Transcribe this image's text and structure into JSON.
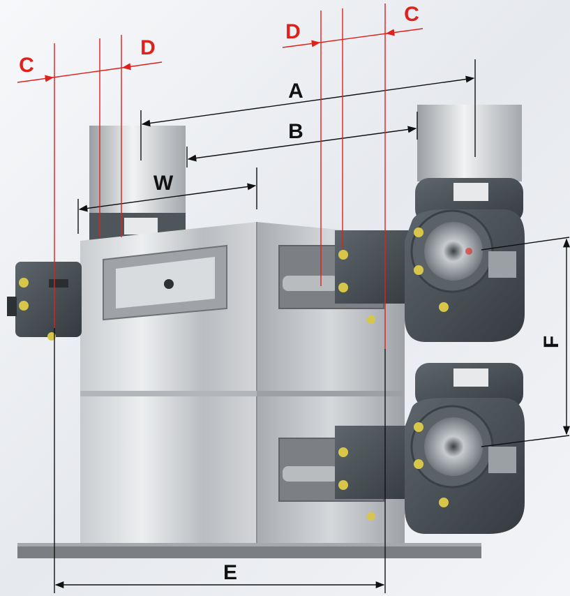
{
  "colors": {
    "background": "#f1f3f6",
    "dimension_line": "#111111",
    "reference_line": "#e0201c",
    "label_red": "#e0201c",
    "label_black": "#111111",
    "steel_light": "#d6d8db",
    "steel_dark": "#8e9296",
    "unit_body": "#4b5358",
    "mount_bolt": "#d8c64a",
    "base_plate": "#7b7f83"
  },
  "dimensions": {
    "A": "A",
    "B": "B",
    "W": "W",
    "E": "E",
    "F": "F"
  },
  "references": {
    "left_c": "C",
    "left_d": "D",
    "right_d": "D",
    "right_c": "C"
  }
}
